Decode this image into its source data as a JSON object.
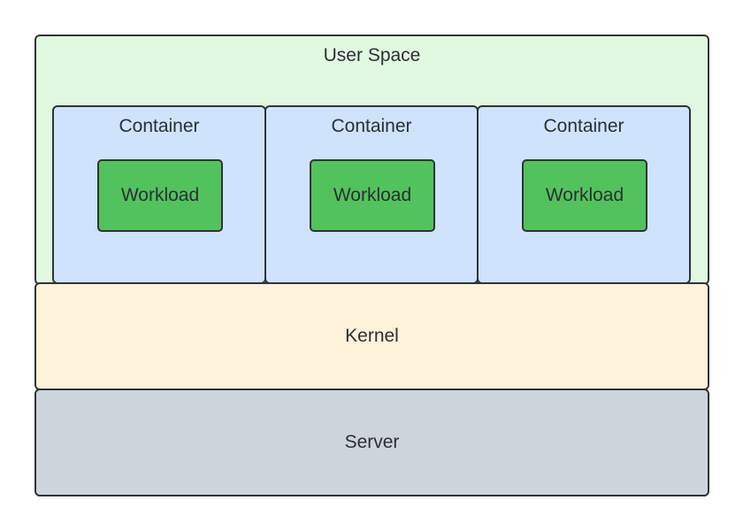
{
  "user_space": {
    "label": "User Space",
    "containers": [
      {
        "label": "Container",
        "workload": "Workload"
      },
      {
        "label": "Container",
        "workload": "Workload"
      },
      {
        "label": "Container",
        "workload": "Workload"
      }
    ]
  },
  "kernel": {
    "label": "Kernel"
  },
  "server": {
    "label": "Server"
  },
  "colors": {
    "user_space": "#e2f9e1",
    "container": "#cfe3fd",
    "workload": "#52c35c",
    "kernel": "#fef2da",
    "server": "#ced4db",
    "border": "#2f3338"
  }
}
